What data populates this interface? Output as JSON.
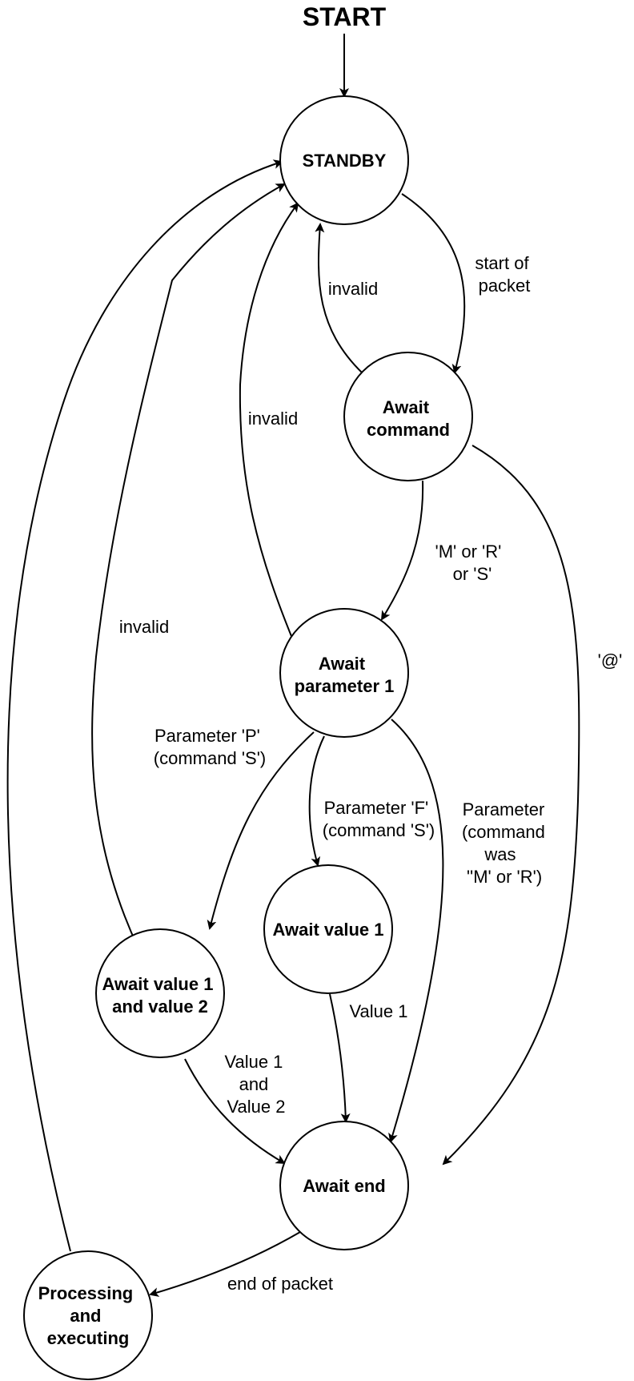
{
  "start": {
    "label": "START"
  },
  "states": {
    "standby": {
      "lines": [
        "STANDBY"
      ]
    },
    "await_command": {
      "lines": [
        "Await",
        "command"
      ]
    },
    "await_parameter_1": {
      "lines": [
        "Await",
        "parameter 1"
      ]
    },
    "await_value_1": {
      "lines": [
        "Await value 1"
      ]
    },
    "await_value_1_and_2": {
      "lines": [
        "Await value 1",
        "and value 2"
      ]
    },
    "await_end": {
      "lines": [
        "Await end"
      ]
    },
    "processing": {
      "lines": [
        "Processing",
        "and",
        "executing"
      ]
    }
  },
  "transitions": {
    "start_of_packet": [
      "start of",
      "packet"
    ],
    "invalid_from_command": [
      "invalid"
    ],
    "invalid_from_parameter": [
      "invalid"
    ],
    "invalid_from_value_1_and_2": [
      "invalid"
    ],
    "m_r_s": [
      "'M' or 'R'",
      "or 'S'"
    ],
    "at_sign": [
      "'@'"
    ],
    "parameter_p": [
      "Parameter 'P'",
      "(command 'S')"
    ],
    "parameter_f": [
      "Parameter 'F'",
      "(command 'S')"
    ],
    "parameter_m_r": [
      "Parameter",
      "(command",
      "was",
      "''M' or 'R')"
    ],
    "value_1": [
      "Value 1"
    ],
    "value_1_and_2": [
      "Value 1",
      "and",
      "Value 2"
    ],
    "end_of_packet": [
      "end of packet"
    ]
  }
}
